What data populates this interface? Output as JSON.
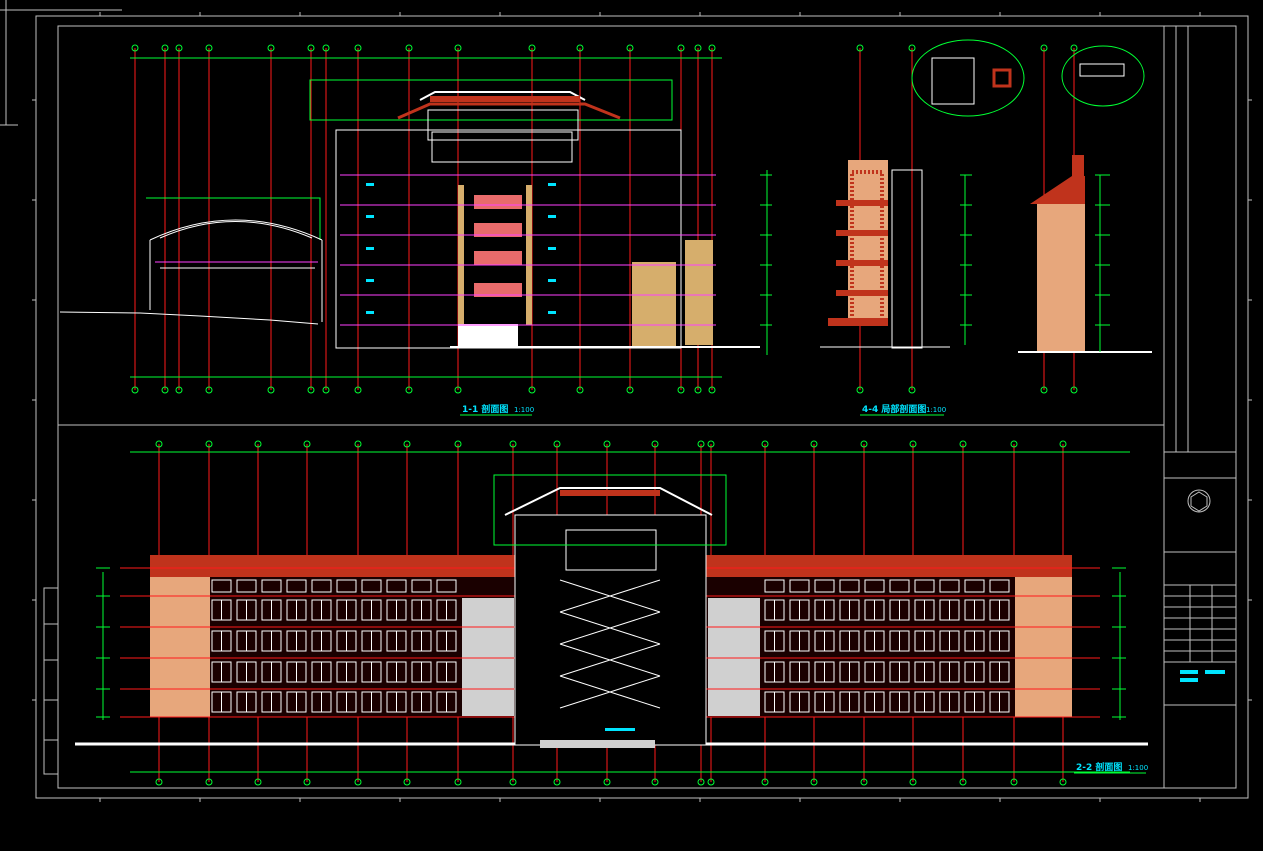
{
  "drawing": {
    "background": "#000000",
    "line_colors": {
      "frame": "#bfbfbf",
      "axis": "#ff1a1a",
      "dim": "#00ff33",
      "structure": "#ffffff",
      "roof": "#c0331c",
      "wall": "#e7a77c",
      "glass": "#00e5ff",
      "section_fill": "#d6ae6c",
      "magenta": "#ff40ff"
    }
  },
  "views": {
    "section_1_1": {
      "title": "1-1 剖面图",
      "scale": "1:100"
    },
    "section_4_4": {
      "title": "4-4 局部剖面图",
      "scale": "1:100"
    },
    "section_2_2": {
      "title": "2-2 剖面图",
      "scale": "1:100"
    }
  }
}
